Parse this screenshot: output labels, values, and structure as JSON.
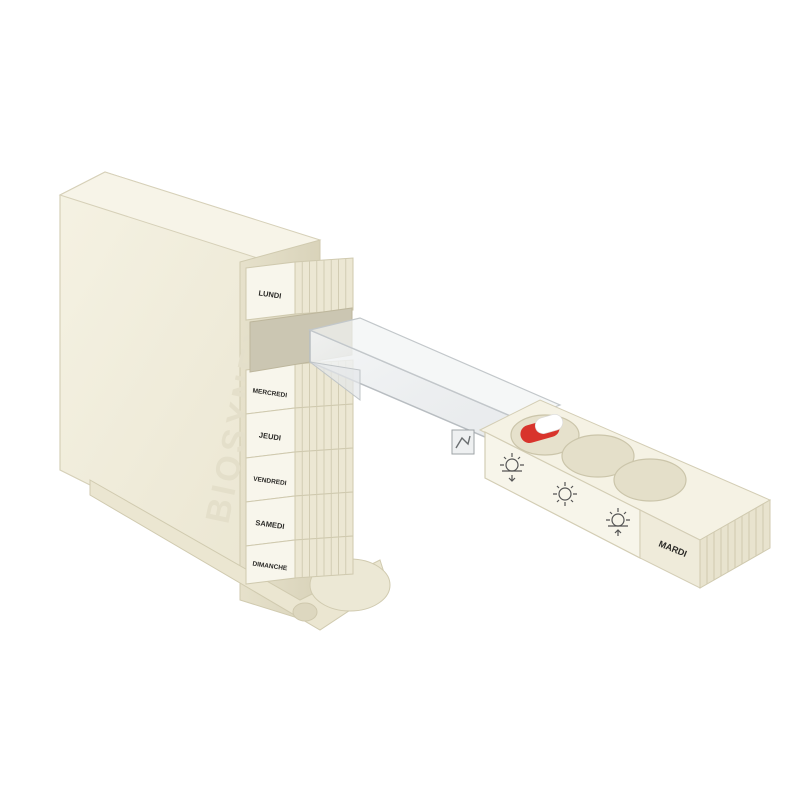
{
  "brand": "BIOSYNEX",
  "drawers": [
    {
      "label": "LUNDI"
    },
    {
      "label": "MERCREDI"
    },
    {
      "label": "JEUDI"
    },
    {
      "label": "VENDREDI"
    },
    {
      "label": "SAMEDI"
    },
    {
      "label": "DIMANCHE"
    }
  ],
  "pulled_drawer": {
    "label": "MARDI",
    "compartments": [
      {
        "icon": "sunrise-icon",
        "has_pill": true
      },
      {
        "icon": "sun-icon",
        "has_pill": false
      },
      {
        "icon": "sunset-icon",
        "has_pill": false
      }
    ]
  },
  "colors": {
    "body": "#f0ecdb",
    "body_shadow": "#ddd7c0",
    "pill_red": "#d8342c",
    "pill_white": "#ffffff"
  }
}
